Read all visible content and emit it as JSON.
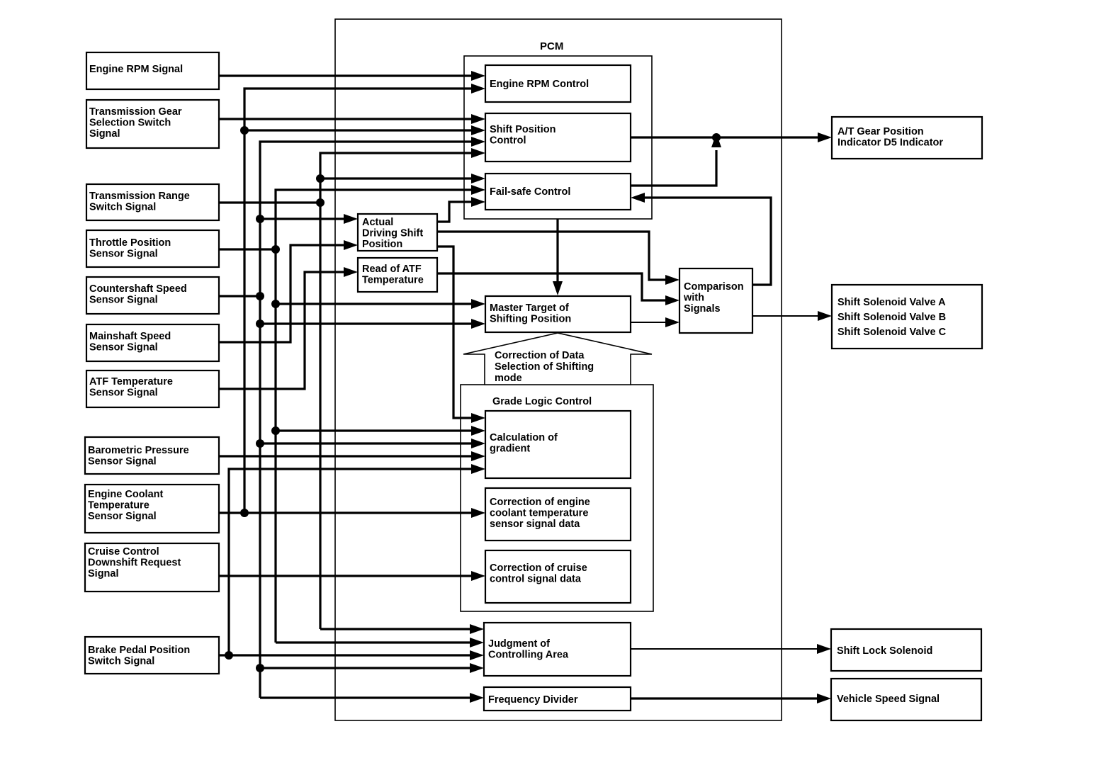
{
  "diagram": {
    "title": "PCM",
    "inputs": [
      {
        "id": "engine-rpm-signal",
        "lines": [
          "Engine RPM Signal"
        ]
      },
      {
        "id": "trans-gear-selection-switch",
        "lines": [
          "Transmission Gear",
          "Selection Switch",
          "Signal"
        ]
      },
      {
        "id": "trans-range-switch",
        "lines": [
          "Transmission Range",
          "Switch Signal"
        ]
      },
      {
        "id": "throttle-position-sensor",
        "lines": [
          "Throttle Position",
          "Sensor Signal"
        ]
      },
      {
        "id": "countershaft-speed-sensor",
        "lines": [
          "Countershaft Speed",
          "Sensor Signal"
        ]
      },
      {
        "id": "mainshaft-speed-sensor",
        "lines": [
          "Mainshaft Speed",
          "Sensor Signal"
        ]
      },
      {
        "id": "atf-temperature-sensor",
        "lines": [
          "ATF Temperature",
          "Sensor Signal"
        ]
      },
      {
        "id": "barometric-pressure-sensor",
        "lines": [
          "Barometric Pressure",
          "Sensor Signal"
        ]
      },
      {
        "id": "engine-coolant-temp-sensor",
        "lines": [
          "Engine Coolant",
          "Temperature",
          "Sensor Signal"
        ]
      },
      {
        "id": "cruise-control-downshift",
        "lines": [
          "Cruise Control",
          "Downshift Request",
          "Signal"
        ]
      },
      {
        "id": "brake-pedal-position-switch",
        "lines": [
          "Brake Pedal Position",
          "Switch Signal"
        ]
      }
    ],
    "pcm_blocks": [
      {
        "id": "engine-rpm-control",
        "lines": [
          "Engine RPM Control"
        ]
      },
      {
        "id": "shift-position-control",
        "lines": [
          "Shift Position",
          "Control"
        ]
      },
      {
        "id": "fail-safe-control",
        "lines": [
          "Fail-safe Control"
        ]
      },
      {
        "id": "actual-driving-shift-position",
        "lines": [
          "Actual",
          "Driving Shift",
          "Position"
        ]
      },
      {
        "id": "read-of-atf-temperature",
        "lines": [
          "Read of ATF",
          "Temperature"
        ]
      },
      {
        "id": "master-target-shifting-position",
        "lines": [
          "Master Target of",
          "Shifting Position"
        ]
      },
      {
        "id": "comparison-with-signals",
        "lines": [
          "Comparison",
          "with",
          "Signals"
        ]
      },
      {
        "id": "calculation-of-gradient",
        "lines": [
          "Calculation of",
          "gradient"
        ]
      },
      {
        "id": "correction-engine-coolant",
        "lines": [
          "Correction of engine",
          "coolant temperature",
          "sensor signal data"
        ]
      },
      {
        "id": "correction-cruise-control",
        "lines": [
          "Correction of cruise",
          "control signal data"
        ]
      },
      {
        "id": "judgment-controlling-area",
        "lines": [
          "Judgment of",
          "Controlling Area"
        ]
      },
      {
        "id": "frequency-divider",
        "lines": [
          "Frequency Divider"
        ]
      }
    ],
    "correction_arrow": {
      "lines": [
        "Correction of Data",
        "Selection of Shifting",
        "mode"
      ]
    },
    "grade_logic_title": "Grade Logic Control",
    "outputs": [
      {
        "id": "at-gear-position-indicator",
        "lines": [
          "A/T Gear Position",
          "Indicator D5 Indicator"
        ]
      },
      {
        "id": "shift-solenoid-valves",
        "lines": [
          "Shift Solenoid Valve A",
          "Shift Solenoid Valve B",
          "Shift Solenoid Valve C"
        ]
      },
      {
        "id": "shift-lock-solenoid",
        "lines": [
          "Shift Lock Solenoid"
        ]
      },
      {
        "id": "vehicle-speed-signal",
        "lines": [
          "Vehicle Speed Signal"
        ]
      }
    ]
  }
}
